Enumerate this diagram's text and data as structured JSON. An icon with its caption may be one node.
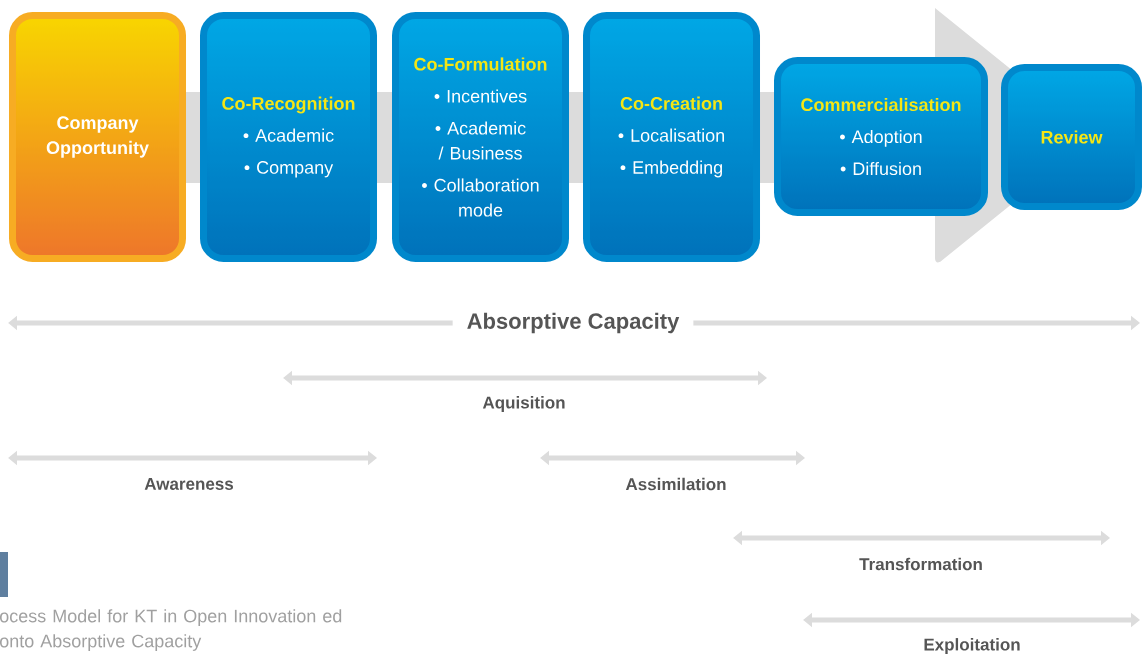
{
  "diagram": {
    "caption": "ocess Model for KT in Open Innovation ed onto Absorptive Capacity",
    "nodes": [
      {
        "text": [
          "Company Opportunity"
        ]
      },
      {
        "text": [
          "Co-Recognition",
          "• Academic",
          "• Company"
        ]
      },
      {
        "text": [
          "Co-Formulation",
          "• Incentives",
          "• Academic / Business",
          "• Collaboration mode"
        ]
      },
      {
        "text": [
          "Co-Creation",
          "• Localisation",
          "• Embedding"
        ]
      },
      {
        "text": [
          "Commercialisation",
          "• Adoption",
          "• Diffusion"
        ]
      },
      {
        "text": [
          "Review"
        ]
      }
    ],
    "labels": [
      "Absorptive Capacity",
      "Aquisition",
      "Awareness",
      "Assimilation",
      "Transformation",
      "Exploitation"
    ]
  }
}
